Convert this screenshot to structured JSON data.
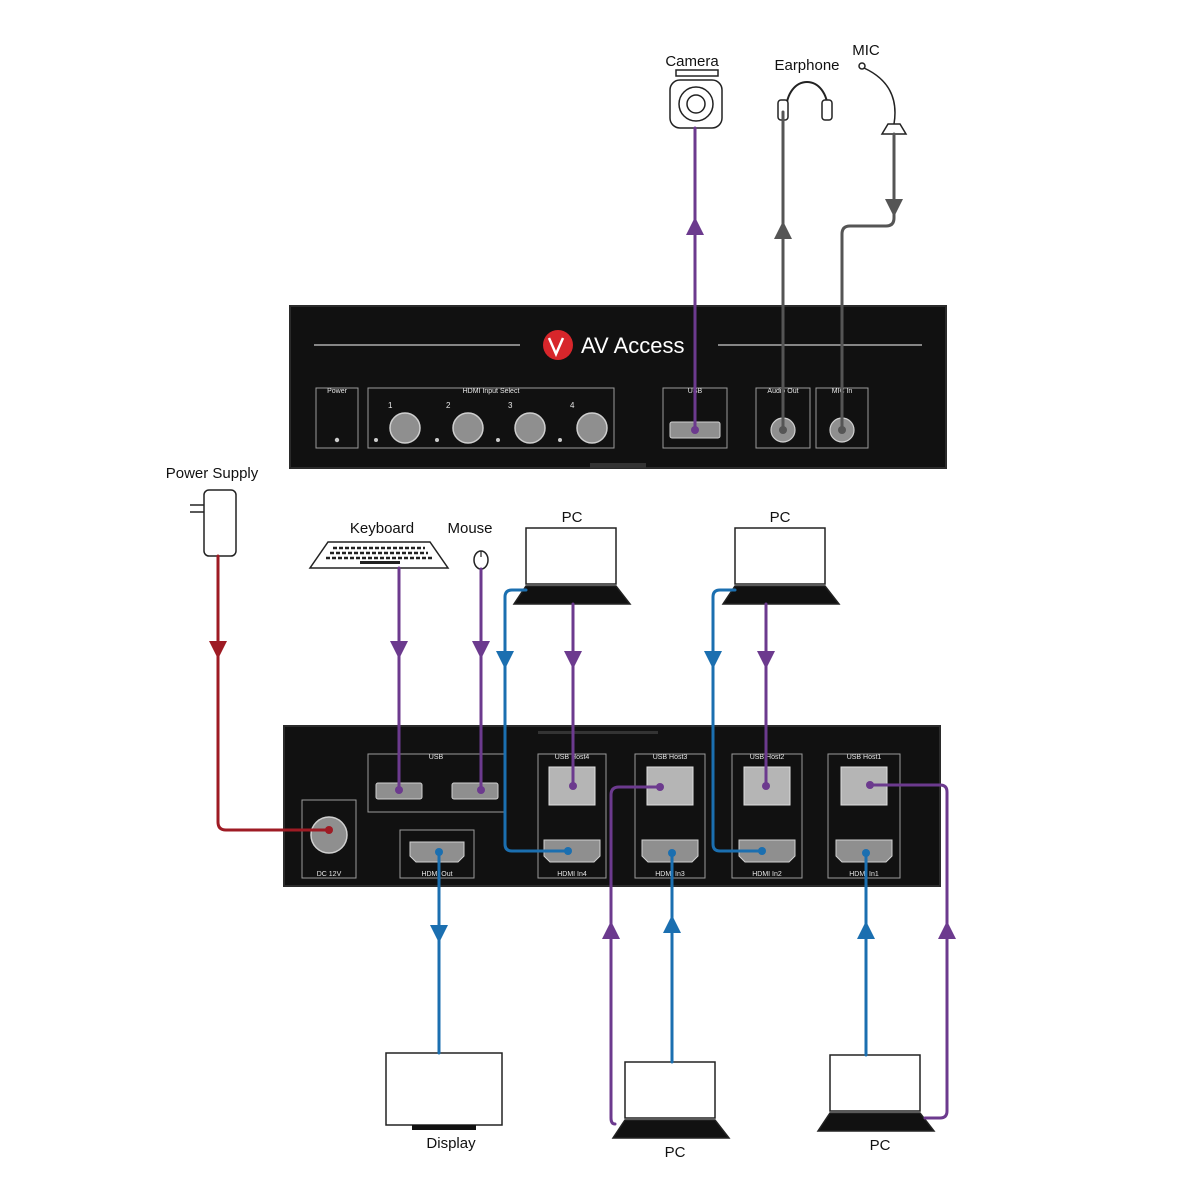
{
  "colors": {
    "usb": "#6c3a8e",
    "hdmi": "#1b6fb0",
    "power": "#9e1b24",
    "audio": "#555555",
    "panel": "#111111",
    "brand_red": "#d7262b"
  },
  "devices": {
    "camera": "Camera",
    "earphone": "Earphone",
    "mic": "MIC",
    "power_supply": "Power Supply",
    "keyboard": "Keyboard",
    "mouse": "Mouse",
    "pc_top_left": "PC",
    "pc_top_right": "PC",
    "display": "Display",
    "pc_bottom_left": "PC",
    "pc_bottom_right": "PC"
  },
  "front_panel": {
    "brand": "AV Access",
    "power": "Power",
    "hdmi_input_select": "HDMI Input Select",
    "buttons": [
      "1",
      "2",
      "3",
      "4"
    ],
    "usb": "USB",
    "audio_out": "Audio Out",
    "mic_in": "MIC In"
  },
  "rear_panel": {
    "dc": "DC 12V",
    "usb": "USB",
    "hdmi_out": "HDMI Out",
    "ports": [
      {
        "usb": "USB Host4",
        "hdmi": "HDMI In4"
      },
      {
        "usb": "USB Host3",
        "hdmi": "HDMI In3"
      },
      {
        "usb": "USB Host2",
        "hdmi": "HDMI In2"
      },
      {
        "usb": "USB Host1",
        "hdmi": "HDMI In1"
      }
    ]
  }
}
